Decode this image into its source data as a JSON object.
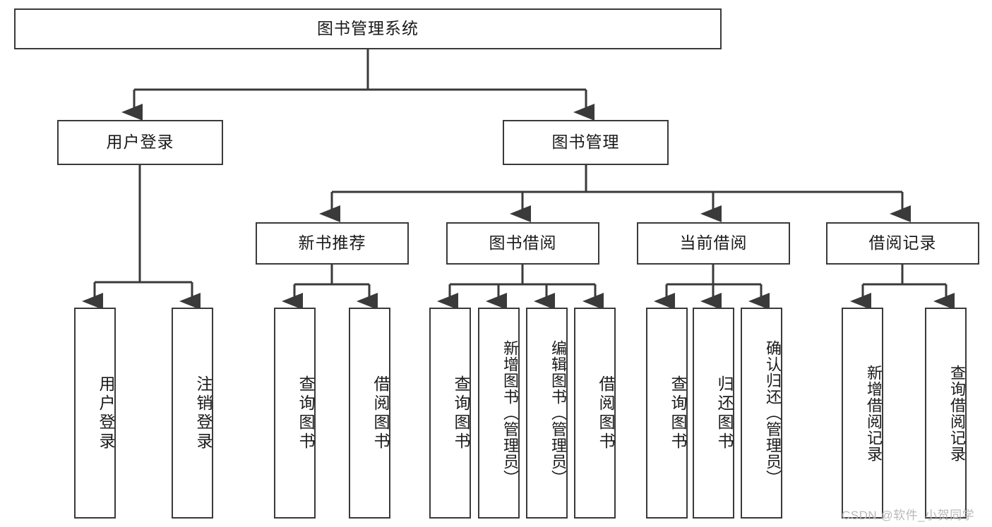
{
  "diagram": {
    "title": "图书管理系统",
    "type": "tree-hierarchy-diagram",
    "colors": {
      "box_border": "#3a3a3a",
      "box_fill": "#ffffff",
      "connector": "#3a3a3a",
      "text": "#1a1a1a",
      "watermark": "#b9b9b9",
      "background": "#ffffff"
    },
    "nodes": {
      "root": {
        "label": "图书管理系统"
      },
      "level2": [
        {
          "id": "user-login",
          "label": "用户登录"
        },
        {
          "id": "book-management",
          "label": "图书管理"
        }
      ],
      "level3": [
        {
          "id": "new-book-recommend",
          "label": "新书推荐"
        },
        {
          "id": "book-borrow",
          "label": "图书借阅"
        },
        {
          "id": "current-borrow",
          "label": "当前借阅"
        },
        {
          "id": "borrow-record",
          "label": "借阅记录"
        }
      ],
      "leaves": {
        "user_login": [
          {
            "id": "leaf-user-login",
            "label": "用户登录"
          },
          {
            "id": "leaf-user-logout",
            "label": "注销登录"
          }
        ],
        "new_book_recommend": [
          {
            "id": "leaf-query-book-1",
            "label": "查询图书"
          },
          {
            "id": "leaf-borrow-book-1",
            "label": "借阅图书"
          }
        ],
        "book_borrow": [
          {
            "id": "leaf-query-book-2",
            "label": "查询图书"
          },
          {
            "id": "leaf-add-book",
            "label": "新增图书（管理员）"
          },
          {
            "id": "leaf-edit-book",
            "label": "编辑图书（管理员）"
          },
          {
            "id": "leaf-borrow-book-2",
            "label": "借阅图书"
          }
        ],
        "current_borrow": [
          {
            "id": "leaf-query-book-3",
            "label": "查询图书"
          },
          {
            "id": "leaf-return-book",
            "label": "归还图书"
          },
          {
            "id": "leaf-confirm-return",
            "label": "确认归还（管理员）"
          }
        ],
        "borrow_record": [
          {
            "id": "leaf-add-record",
            "label": "新增借阅记录"
          },
          {
            "id": "leaf-query-record",
            "label": "查询借阅记录"
          }
        ]
      }
    },
    "watermark": "CSDN @软件_小贺同学"
  }
}
